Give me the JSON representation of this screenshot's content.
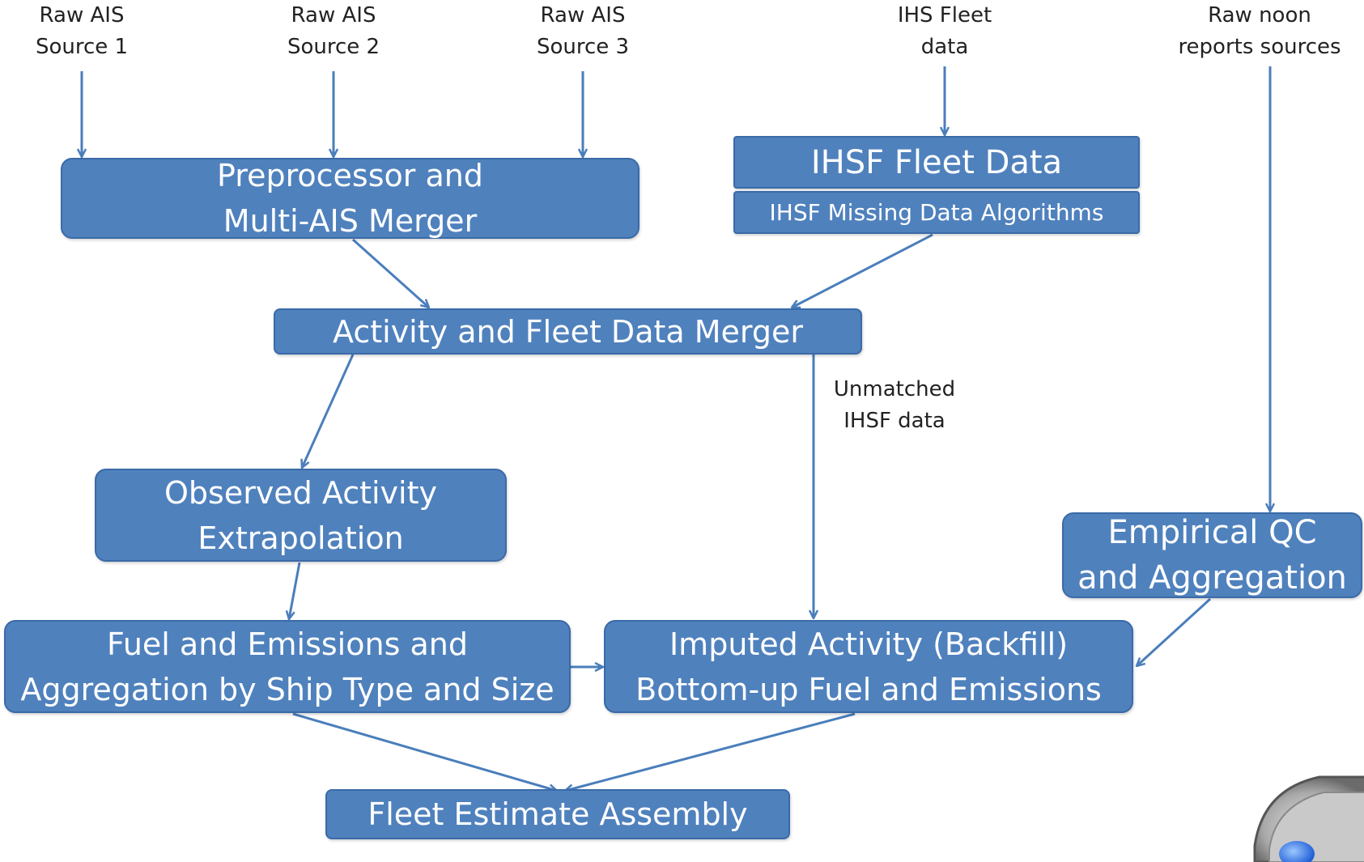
{
  "sources": {
    "ais1": [
      "Raw AIS",
      "Source 1"
    ],
    "ais2": [
      "Raw AIS",
      "Source 2"
    ],
    "ais3": [
      "Raw AIS",
      "Source 3"
    ],
    "ihs": [
      "IHS Fleet",
      "data"
    ],
    "noon": [
      "Raw noon",
      "reports sources"
    ]
  },
  "nodes": {
    "preprocessor": [
      "Preprocessor and",
      "Multi-AIS Merger"
    ],
    "ihsf_fleet_data": [
      "IHSF Fleet Data"
    ],
    "ihsf_missing": [
      "IHSF Missing Data Algorithms"
    ],
    "activity_merger": [
      "Activity and Fleet Data Merger"
    ],
    "observed_extrapolation": [
      "Observed Activity",
      "Extrapolation"
    ],
    "empirical_qc": [
      "Empirical QC",
      "and Aggregation"
    ],
    "fuel_emissions": [
      "Fuel and Emissions and",
      "Aggregation by Ship Type and Size"
    ],
    "imputed_activity": [
      "Imputed Activity (Backfill)",
      "Bottom-up Fuel and Emissions"
    ],
    "fleet_assembly": [
      "Fleet Estimate Assembly"
    ]
  },
  "edge_labels": {
    "unmatched": [
      "Unmatched",
      "IHSF data"
    ]
  },
  "colors": {
    "box_fill": "#4f81bd",
    "box_border": "#3a6aa8",
    "arrow": "#4a7ebb",
    "text_on_box": "#ffffff",
    "label_text": "#222222"
  },
  "icons": {
    "corner_decoration": "speaker-icon"
  }
}
